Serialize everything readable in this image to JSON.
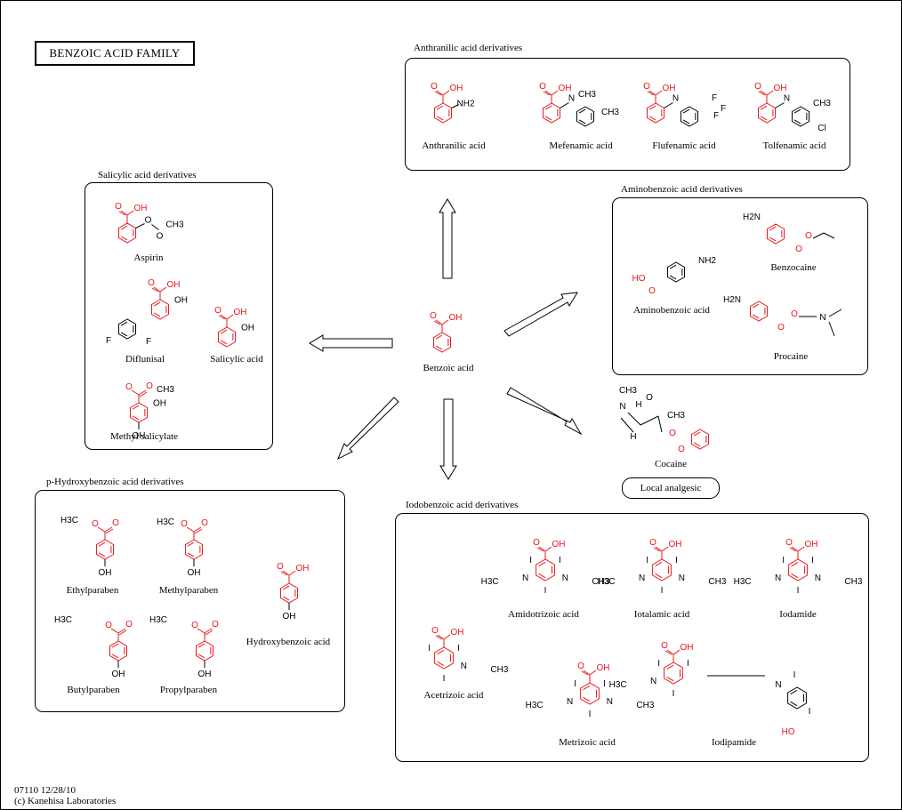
{
  "title": "BENZOIC ACID FAMILY",
  "center": {
    "name": "Benzoic acid"
  },
  "groups": {
    "anthranilic": {
      "label": "Anthranilic acid derivatives",
      "compounds": [
        "Anthranilic acid",
        "Mefenamic acid",
        "Flufenamic acid",
        "Tolfenamic acid"
      ]
    },
    "salicylic": {
      "label": "Salicylic acid derivatives",
      "compounds": [
        "Aspirin",
        "Diflunisal",
        "Salicylic acid",
        "Methyl salicylate"
      ]
    },
    "aminobenzoic": {
      "label": "Aminobenzoic acid derivatives",
      "compounds": [
        "Aminobenzoic acid",
        "Benzocaine",
        "Procaine"
      ]
    },
    "cocaine": {
      "name": "Cocaine",
      "pill": "Local analgesic"
    },
    "hydroxybenzoic": {
      "label": "p-Hydroxybenzoic acid derivatives",
      "compounds": [
        "Ethylparaben",
        "Methylparaben",
        "Hydroxybenzoic acid",
        "Butylparaben",
        "Propylparaben"
      ]
    },
    "iodobenzoic": {
      "label": "Iodobenzoic acid derivatives",
      "compounds": [
        "Amidotrizoic acid",
        "Iotalamic acid",
        "Iodamide",
        "Acetrizoic acid",
        "Metrizoic acid",
        "Iodipamide"
      ]
    }
  },
  "atoms": {
    "cooh": "OH",
    "o": "O",
    "nh2": "NH2",
    "nh": "N",
    "h": "H",
    "ch3": "CH3",
    "h3c": "H3C",
    "f": "F",
    "cl": "Cl",
    "i": "I",
    "n": "N",
    "ho": "HO",
    "h2n": "H2N"
  },
  "colors": {
    "core": "#e8181e",
    "ink": "#000000"
  },
  "footer": {
    "code": "07110 12/28/10",
    "copyright": "(c) Kanehisa Laboratories"
  }
}
